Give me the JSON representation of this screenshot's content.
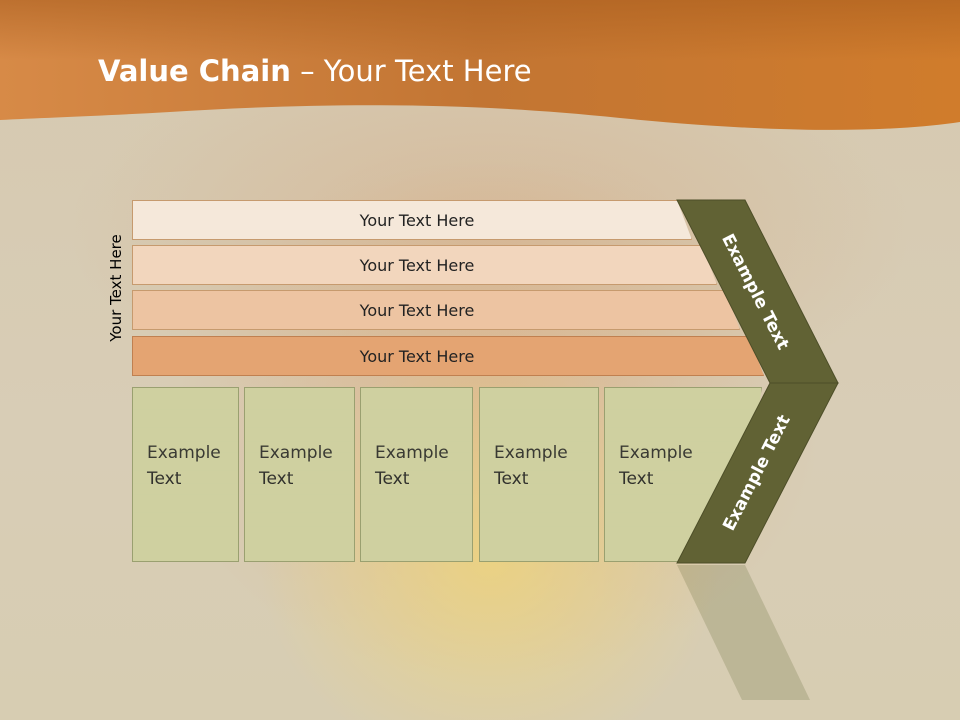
{
  "slide": {
    "title_bold": "Value Chain",
    "title_rest": " – Your Text Here",
    "vertical_label": "Your Text Here",
    "bands": [
      "Your Text Here",
      "Your Text Here",
      "Your Text Here",
      "Your Text Here"
    ],
    "boxes": [
      {
        "line1": "Example",
        "line2": "Text"
      },
      {
        "line1": "Example",
        "line2": "Text"
      },
      {
        "line1": "Example",
        "line2": "Text"
      },
      {
        "line1": "Example",
        "line2": "Text"
      },
      {
        "line1": "Example",
        "line2": "Text"
      }
    ],
    "chevron_top_label": "Example Text",
    "chevron_bottom_label": "Example Text"
  },
  "colors": {
    "banner": "#c97a35",
    "chevron": "#616234",
    "box": "#cfd0a0"
  }
}
